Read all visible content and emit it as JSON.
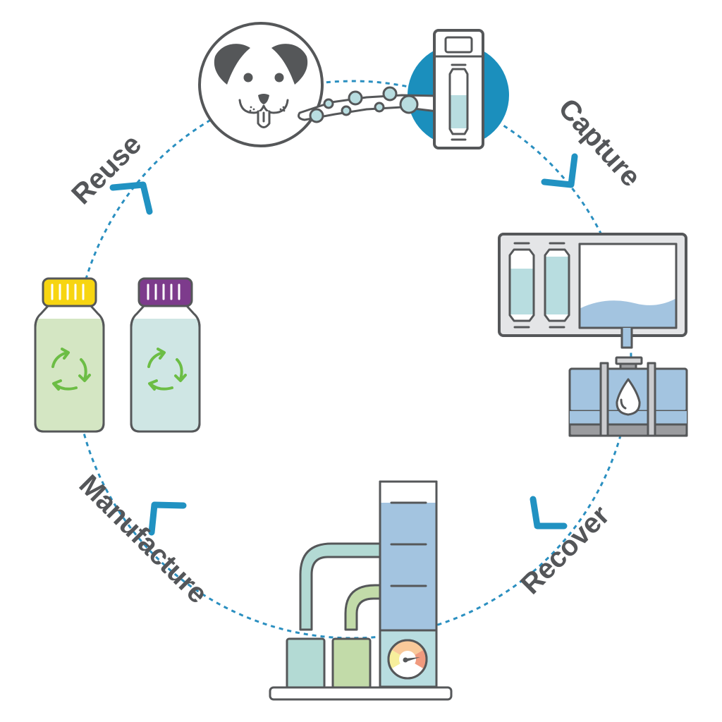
{
  "diagram": {
    "type": "cycle",
    "stages": [
      {
        "id": "capture",
        "label": "Capture"
      },
      {
        "id": "recover",
        "label": "Recover"
      },
      {
        "id": "manufacture",
        "label": "Manufacture"
      },
      {
        "id": "reuse",
        "label": "Reuse"
      }
    ],
    "flow_direction": "clockwise"
  },
  "colors": {
    "cycle_line": "#2a8fc0",
    "arrow": "#2192c2",
    "label_text": "#545659",
    "outline": "#555759",
    "capture_disc": "#1b8fbd",
    "liquid_teal": "#b8dde0",
    "liquid_blue": "#a3c4e0",
    "cap_yellow": "#f7d511",
    "cap_purple": "#7d3b8c",
    "bottle_green": "#d4e6c3",
    "bottle_teal": "#cfe6e4",
    "recycle_green": "#6cbd45",
    "panel_gray": "#e4e5e7"
  },
  "icons": {
    "capture": [
      "dog-face-icon",
      "air-bubbles-icon",
      "capture-device-icon"
    ],
    "recover": [
      "filter-canisters-icon",
      "tank-icon",
      "container-drop-icon"
    ],
    "manufacture": [
      "distillation-column-icon",
      "gauge-icon",
      "collection-bins-icon"
    ],
    "reuse": [
      "bottle-yellow-cap-icon",
      "bottle-purple-cap-icon",
      "recycle-icon"
    ]
  }
}
